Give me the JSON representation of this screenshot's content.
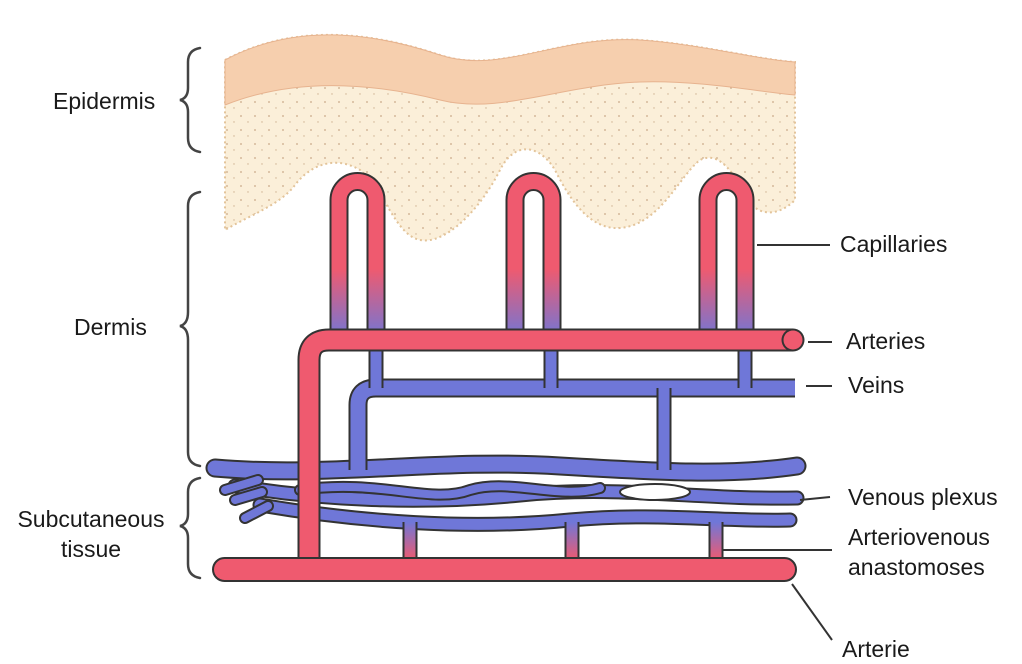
{
  "layers": {
    "epidermis": "Epidermis",
    "dermis": "Dermis",
    "subcutaneous_line1": "Subcutaneous",
    "subcutaneous_line2": "tissue"
  },
  "vessels": {
    "capillaries": "Capillaries",
    "arteries": "Arteries",
    "veins": "Veins",
    "venous_plexus": "Venous plexus",
    "av_line1": "Arteriovenous",
    "av_line2": "anastomoses",
    "arterie": "Arterie"
  },
  "colors": {
    "artery": "#ef5a6f",
    "vein": "#6f77d8",
    "epidermis_top": "#f6cfae",
    "epidermis_body": "#fbefd9",
    "stroke": "#333333"
  }
}
